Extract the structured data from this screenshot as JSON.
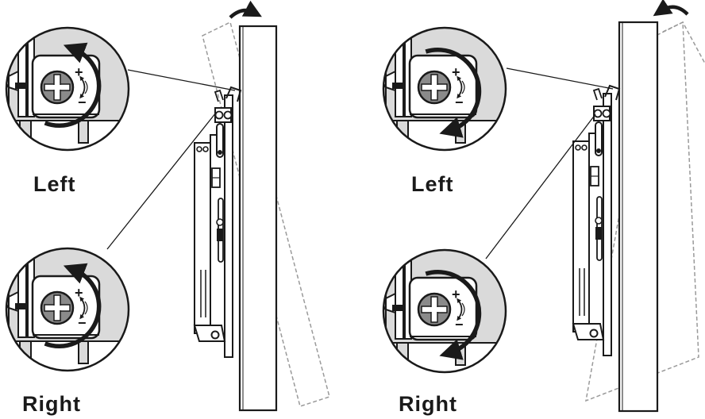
{
  "labels": {
    "left_panel_top": "Left",
    "left_panel_bottom": "Right",
    "right_panel_top": "Left",
    "right_panel_bottom": "Right"
  },
  "symbols": {
    "plus": "+",
    "minus": "−"
  },
  "colors": {
    "ink": "#1a1a1a",
    "detail_bg": "#dadada",
    "screw": "#8a8a8a",
    "ghost": "#9a9a9a"
  },
  "icons": {
    "rotation_arrow": "curved-arrow-icon",
    "screw": "screw-icon",
    "wall_panel": "panel-icon"
  }
}
